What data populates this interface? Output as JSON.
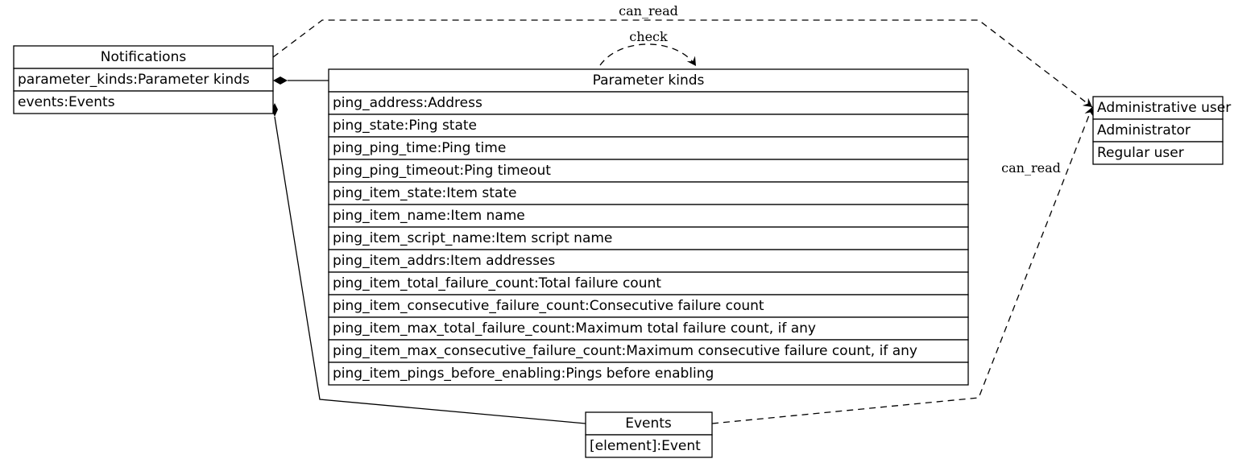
{
  "entities": {
    "notifications": {
      "title": "Notifications",
      "fields": [
        "parameter_kinds:Parameter kinds",
        "events:Events"
      ]
    },
    "parameter_kinds": {
      "title": "Parameter kinds",
      "fields": [
        "ping_address:Address",
        "ping_state:Ping state",
        "ping_ping_time:Ping time",
        "ping_ping_timeout:Ping timeout",
        "ping_item_state:Item state",
        "ping_item_name:Item name",
        "ping_item_script_name:Item script name",
        "ping_item_addrs:Item addresses",
        "ping_item_total_failure_count:Total failure count",
        "ping_item_consecutive_failure_count:Consecutive failure count",
        "ping_item_max_total_failure_count:Maximum total failure count, if any",
        "ping_item_max_consecutive_failure_count:Maximum consecutive failure count, if any",
        "ping_item_pings_before_enabling:Pings before enabling"
      ]
    },
    "events": {
      "title": "Events",
      "fields": [
        "[element]:Event"
      ]
    },
    "administrative_user": {
      "title": "Administrative user",
      "fields": [
        "Administrator",
        "Regular user"
      ]
    }
  },
  "edges": {
    "can_read_top": "can_read",
    "check": "check",
    "can_read_events": "can_read"
  },
  "colors": {
    "line": "#000000",
    "fill": "#ffffff"
  }
}
